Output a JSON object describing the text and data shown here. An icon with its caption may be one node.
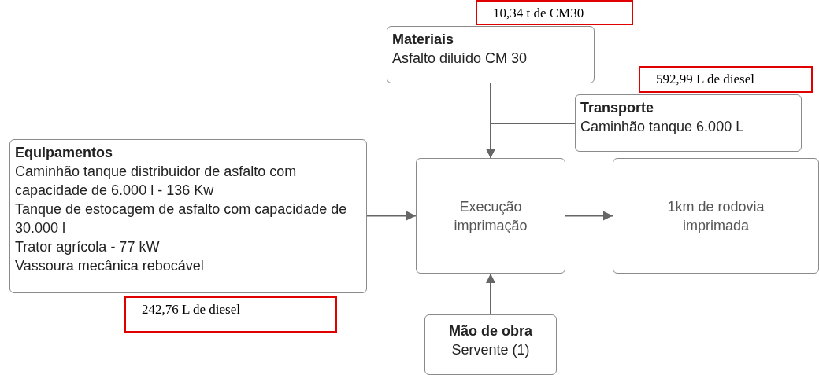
{
  "diagram": {
    "nodes": [
      {
        "text": [
          "Materiais",
          "Asfalto diluído CM 30"
        ]
      },
      {
        "text": [
          "10,34 t de CM30"
        ]
      },
      {
        "text": [
          "Transporte",
          "Caminhão tanque 6.000 L"
        ]
      },
      {
        "text": [
          "592,99 L de diesel"
        ]
      },
      {
        "text": [
          "Equipamentos",
          "Caminhão tanque distribuidor de asfalto com capacidade de 6.000 l - 136 Kw",
          "Tanque de estocagem de asfalto com capacidade de 30.000 l",
          "Trator agrícola - 77 kW",
          "Vassoura mecânica rebocável"
        ]
      },
      {
        "text": [
          "242,76 L de diesel"
        ]
      },
      {
        "text": [
          "Execução imprimação"
        ]
      },
      {
        "text": [
          "1km de rodovia imprimada"
        ]
      },
      {
        "text": [
          "Mão de obra",
          "Servente (1)"
        ]
      }
    ],
    "edges": [
      {
        "from": 0,
        "to": 6,
        "arrow": "to"
      },
      {
        "from": 2,
        "to": 6,
        "arrow": "to"
      },
      {
        "from": 4,
        "to": 6,
        "arrow": "to"
      },
      {
        "from": 6,
        "to": 7,
        "arrow": "to"
      },
      {
        "from": 8,
        "to": 6,
        "arrow": "to"
      }
    ]
  }
}
